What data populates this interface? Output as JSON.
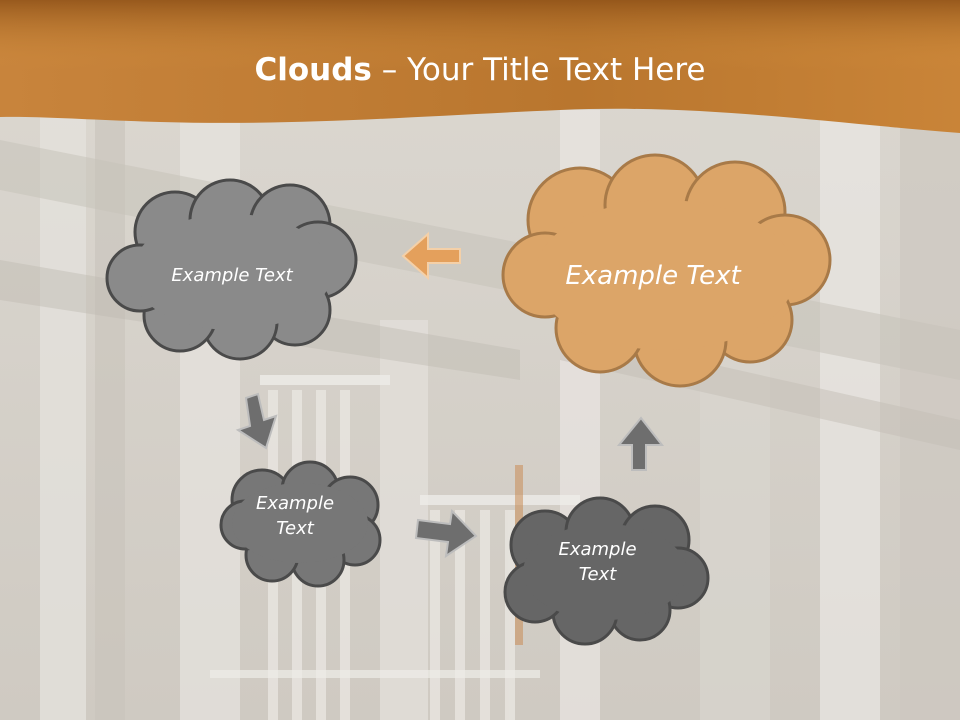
{
  "slide": {
    "title_bold": "Clouds",
    "title_dash": " – ",
    "title_rest": "Your Title Text Here"
  },
  "clouds": {
    "one": "Example Text",
    "two": "Example Text",
    "three_line1": "Example",
    "three_line2": "Text",
    "four_line1": "Example",
    "four_line2": "Text"
  },
  "colors": {
    "header_dark": "#9a5a1a",
    "header_light": "#d08a3a",
    "cloud_orange": "#dca568",
    "cloud_orange_stroke": "#a87a48",
    "cloud_gray": "#8a8a8a",
    "cloud_gray_dark": "#666666",
    "cloud_stroke": "#4a4a4a",
    "arrow_orange": "#e4a05c",
    "arrow_gray": "#6e6e6e"
  }
}
